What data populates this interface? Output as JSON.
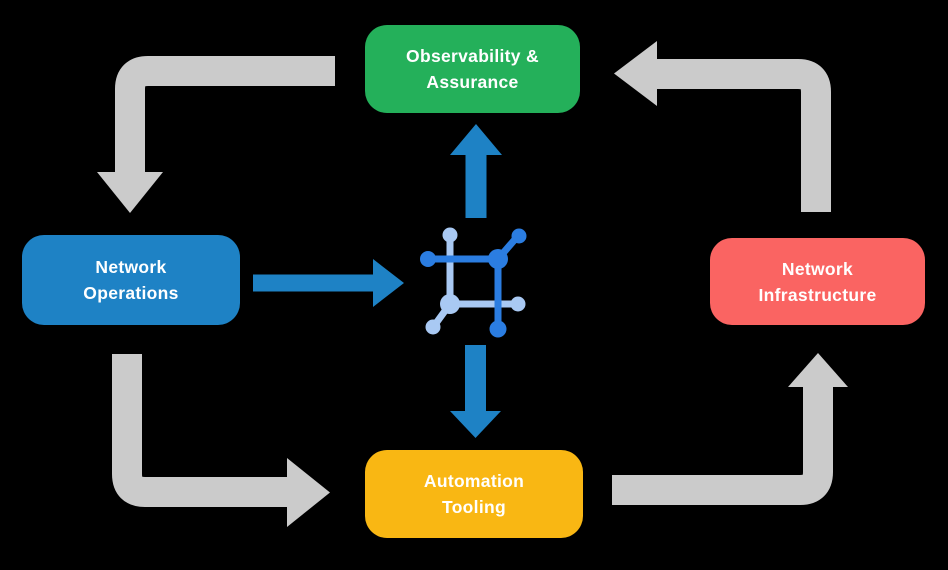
{
  "colors": {
    "background": "#000000",
    "arrow_gray": "#CBCBCB",
    "arrow_blue": "#1E82C5",
    "icon_dark_blue": "#2B7DE1",
    "icon_light_blue": "#A9C9F3",
    "node_text": "#FFFFFF",
    "observability_green": "#24B05A",
    "operations_blue": "#1E82C5",
    "infrastructure_red": "#FA6462",
    "automation_yellow": "#F9B713"
  },
  "nodes": {
    "observability": {
      "label": "Observability &\nAssurance"
    },
    "operations": {
      "label": "Network\nOperations"
    },
    "infrastructure": {
      "label": "Network\nInfrastructure"
    },
    "automation": {
      "label": "Automation\nTooling"
    }
  },
  "center_icon": {
    "name": "network-automation-icon"
  }
}
